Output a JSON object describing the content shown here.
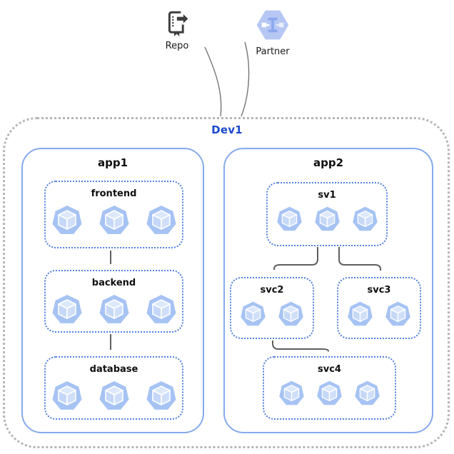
{
  "external_nodes": [
    {
      "id": "repo",
      "label": "Repo",
      "icon": "repo-icon"
    },
    {
      "id": "partner",
      "label": "Partner",
      "icon": "partner-hexagon-icon"
    }
  ],
  "environment": {
    "label": "Dev1"
  },
  "apps": [
    {
      "label": "app1",
      "services": [
        {
          "label": "frontend",
          "pods": 3
        },
        {
          "label": "backend",
          "pods": 3
        },
        {
          "label": "database",
          "pods": 3
        }
      ]
    },
    {
      "label": "app2",
      "services": [
        {
          "label": "sv1",
          "pods": 3
        },
        {
          "label": "svc2",
          "pods": 2
        },
        {
          "label": "svc3",
          "pods": 2
        },
        {
          "label": "svc4",
          "pods": 3
        }
      ]
    }
  ],
  "edges": [
    {
      "from": "frontend",
      "to": "backend"
    },
    {
      "from": "backend",
      "to": "database"
    },
    {
      "from": "sv1",
      "to": "svc2"
    },
    {
      "from": "sv1",
      "to": "svc3"
    },
    {
      "from": "svc2",
      "to": "svc4"
    },
    {
      "from": "Dev1",
      "to": "Repo"
    },
    {
      "from": "Dev1",
      "to": "Partner"
    }
  ],
  "colors": {
    "env_label": "#1b49cf",
    "env_border": "#b5b5b5",
    "app_border": "#85aaec",
    "service_border": "#4f80e0",
    "arrow": "#5f5f5f",
    "pod_heptagon": "#a6c3f3",
    "pod_cube_top": "#dce8fb",
    "pod_cube_left": "#c6d8f7",
    "pod_cube_right": "#d0dff9",
    "partner_hexagon": "#b6c7f4",
    "repo_icon": "#3d3d3d"
  }
}
